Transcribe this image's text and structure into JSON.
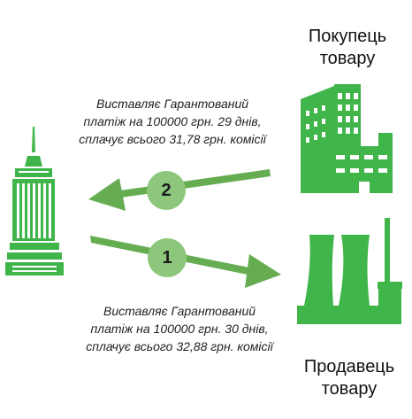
{
  "colors": {
    "icon_green": "#3fb54a",
    "arrow_green": "#66ad52",
    "badge_green": "#8dc77b"
  },
  "buyer": {
    "line1": "Покупець",
    "line2": "товару"
  },
  "seller": {
    "line1": "Продавець",
    "line2": "товару"
  },
  "step2": {
    "number": "2",
    "line1": "Виставляє Гарантований",
    "line2": "платіж на 100000 грн. 29 днів,",
    "line3": "сплачує всього 31,78 грн. комісії"
  },
  "step1": {
    "number": "1",
    "line1": "Виставляє Гарантований",
    "line2": "платіж на 100000 грн. 30 днів,",
    "line3": "сплачує всього 32,88 грн. комісії"
  },
  "icons": {
    "bank": "skyscraper-icon",
    "buyer": "office-building-icon",
    "seller": "factory-icon"
  }
}
